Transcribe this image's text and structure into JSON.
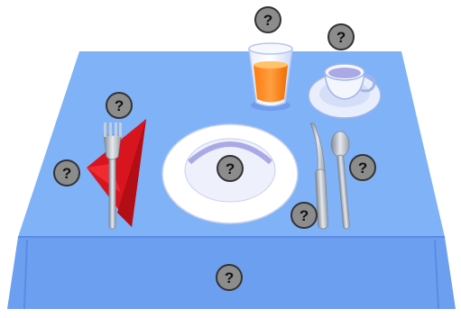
{
  "game": {
    "hotspot_glyph": "?",
    "hotspots": [
      {
        "item": "glass"
      },
      {
        "item": "teacup"
      },
      {
        "item": "fork"
      },
      {
        "item": "napkin"
      },
      {
        "item": "plate"
      },
      {
        "item": "spoon"
      },
      {
        "item": "knife"
      },
      {
        "item": "tablecloth"
      }
    ]
  },
  "colors": {
    "tablecloth_top": "#7fb0f6",
    "tablecloth_front": "#6c9eef",
    "napkin": "#d8121c",
    "juice": "#ff8a1a",
    "badge_fill": "#8c8c8c"
  },
  "icons": [
    "question-mark-icon",
    "glass-icon",
    "teacup-icon",
    "plate-icon",
    "fork-icon",
    "knife-icon",
    "spoon-icon",
    "napkin-icon"
  ]
}
